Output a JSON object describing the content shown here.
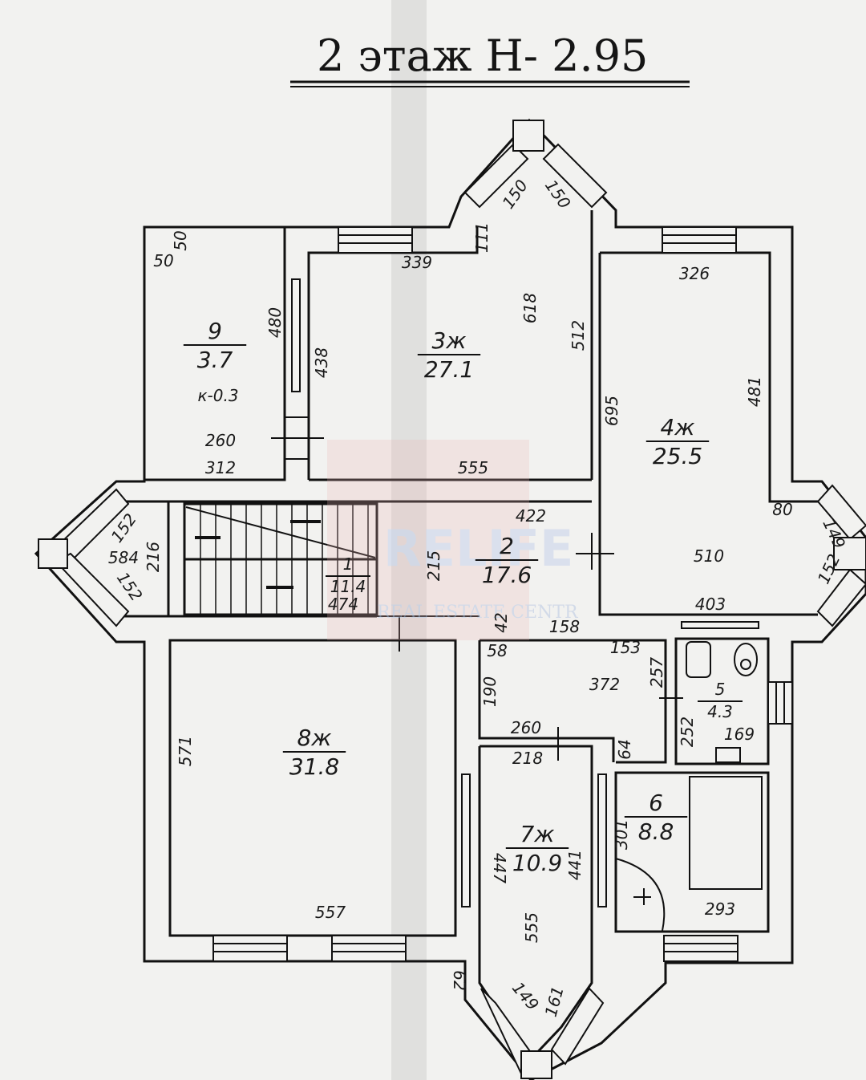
{
  "title": "2 этаж Н- 2.95",
  "watermark": {
    "brand": "RELIFE",
    "sub": "REAL ESTATE CENTR",
    "color": "#e9b4b4"
  },
  "colors": {
    "wall": "#111111",
    "paper": "#f2f2f0",
    "fold": "#dcdcda"
  },
  "rooms": [
    {
      "id": "9",
      "num": "9",
      "area": "3.7",
      "note": "к-0.3"
    },
    {
      "id": "3",
      "num": "3ж",
      "area": "27.1"
    },
    {
      "id": "4",
      "num": "4ж",
      "area": "25.5"
    },
    {
      "id": "1",
      "num": "1",
      "area": "11.4"
    },
    {
      "id": "2",
      "num": "2",
      "area": "17.6"
    },
    {
      "id": "5",
      "num": "5",
      "area": "4.3"
    },
    {
      "id": "6",
      "num": "6",
      "area": "8.8"
    },
    {
      "id": "7",
      "num": "7ж",
      "area": "10.9"
    },
    {
      "id": "8",
      "num": "8ж",
      "area": "31.8"
    }
  ],
  "dimensions": [
    "50",
    "50",
    "480",
    "260",
    "312",
    "339",
    "438",
    "618",
    "512",
    "555",
    "150",
    "150",
    "111",
    "326",
    "695",
    "481",
    "80",
    "149",
    "152",
    "510",
    "403",
    "152",
    "584",
    "216",
    "152",
    "474",
    "215",
    "422",
    "42",
    "158",
    "58",
    "153",
    "257",
    "372",
    "190",
    "260",
    "218",
    "64",
    "252",
    "169",
    "301",
    "447",
    "441",
    "555",
    "293",
    "571",
    "557",
    "149",
    "161",
    "62"
  ]
}
